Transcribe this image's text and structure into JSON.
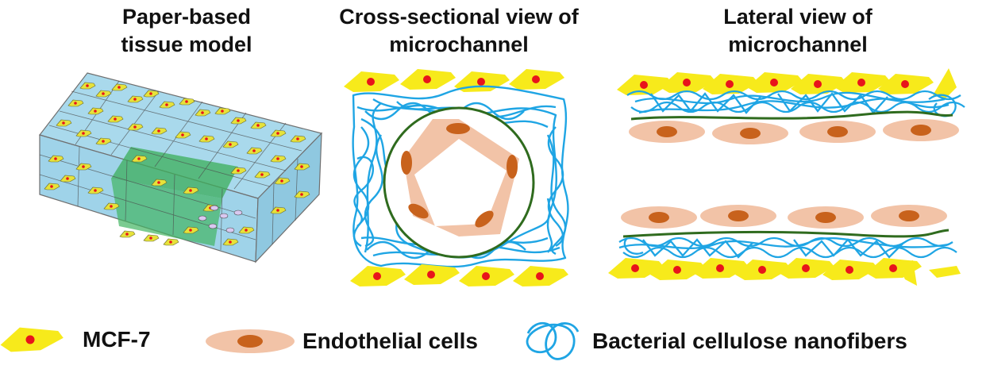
{
  "titles": {
    "paper_model": "Paper-based\ntissue model",
    "cross_section": "Cross-sectional view of\nmicrochannel",
    "lateral": "Lateral view of\nmicrochannel"
  },
  "legend": {
    "mcf7": "MCF-7",
    "endothelial": "Endothelial cells",
    "cellulose": "Bacterial cellulose nanofibers"
  },
  "colors": {
    "mcf7_body": "#f7ea1b",
    "mcf7_nucleus": "#e8141b",
    "endothelial_body": "#f2c3a7",
    "endothelial_nucleus": "#c8621c",
    "fiber": "#1fa5e4",
    "basement": "#2f6b1e",
    "paper": "#a9d9ec",
    "channel": "#3cae5a"
  }
}
